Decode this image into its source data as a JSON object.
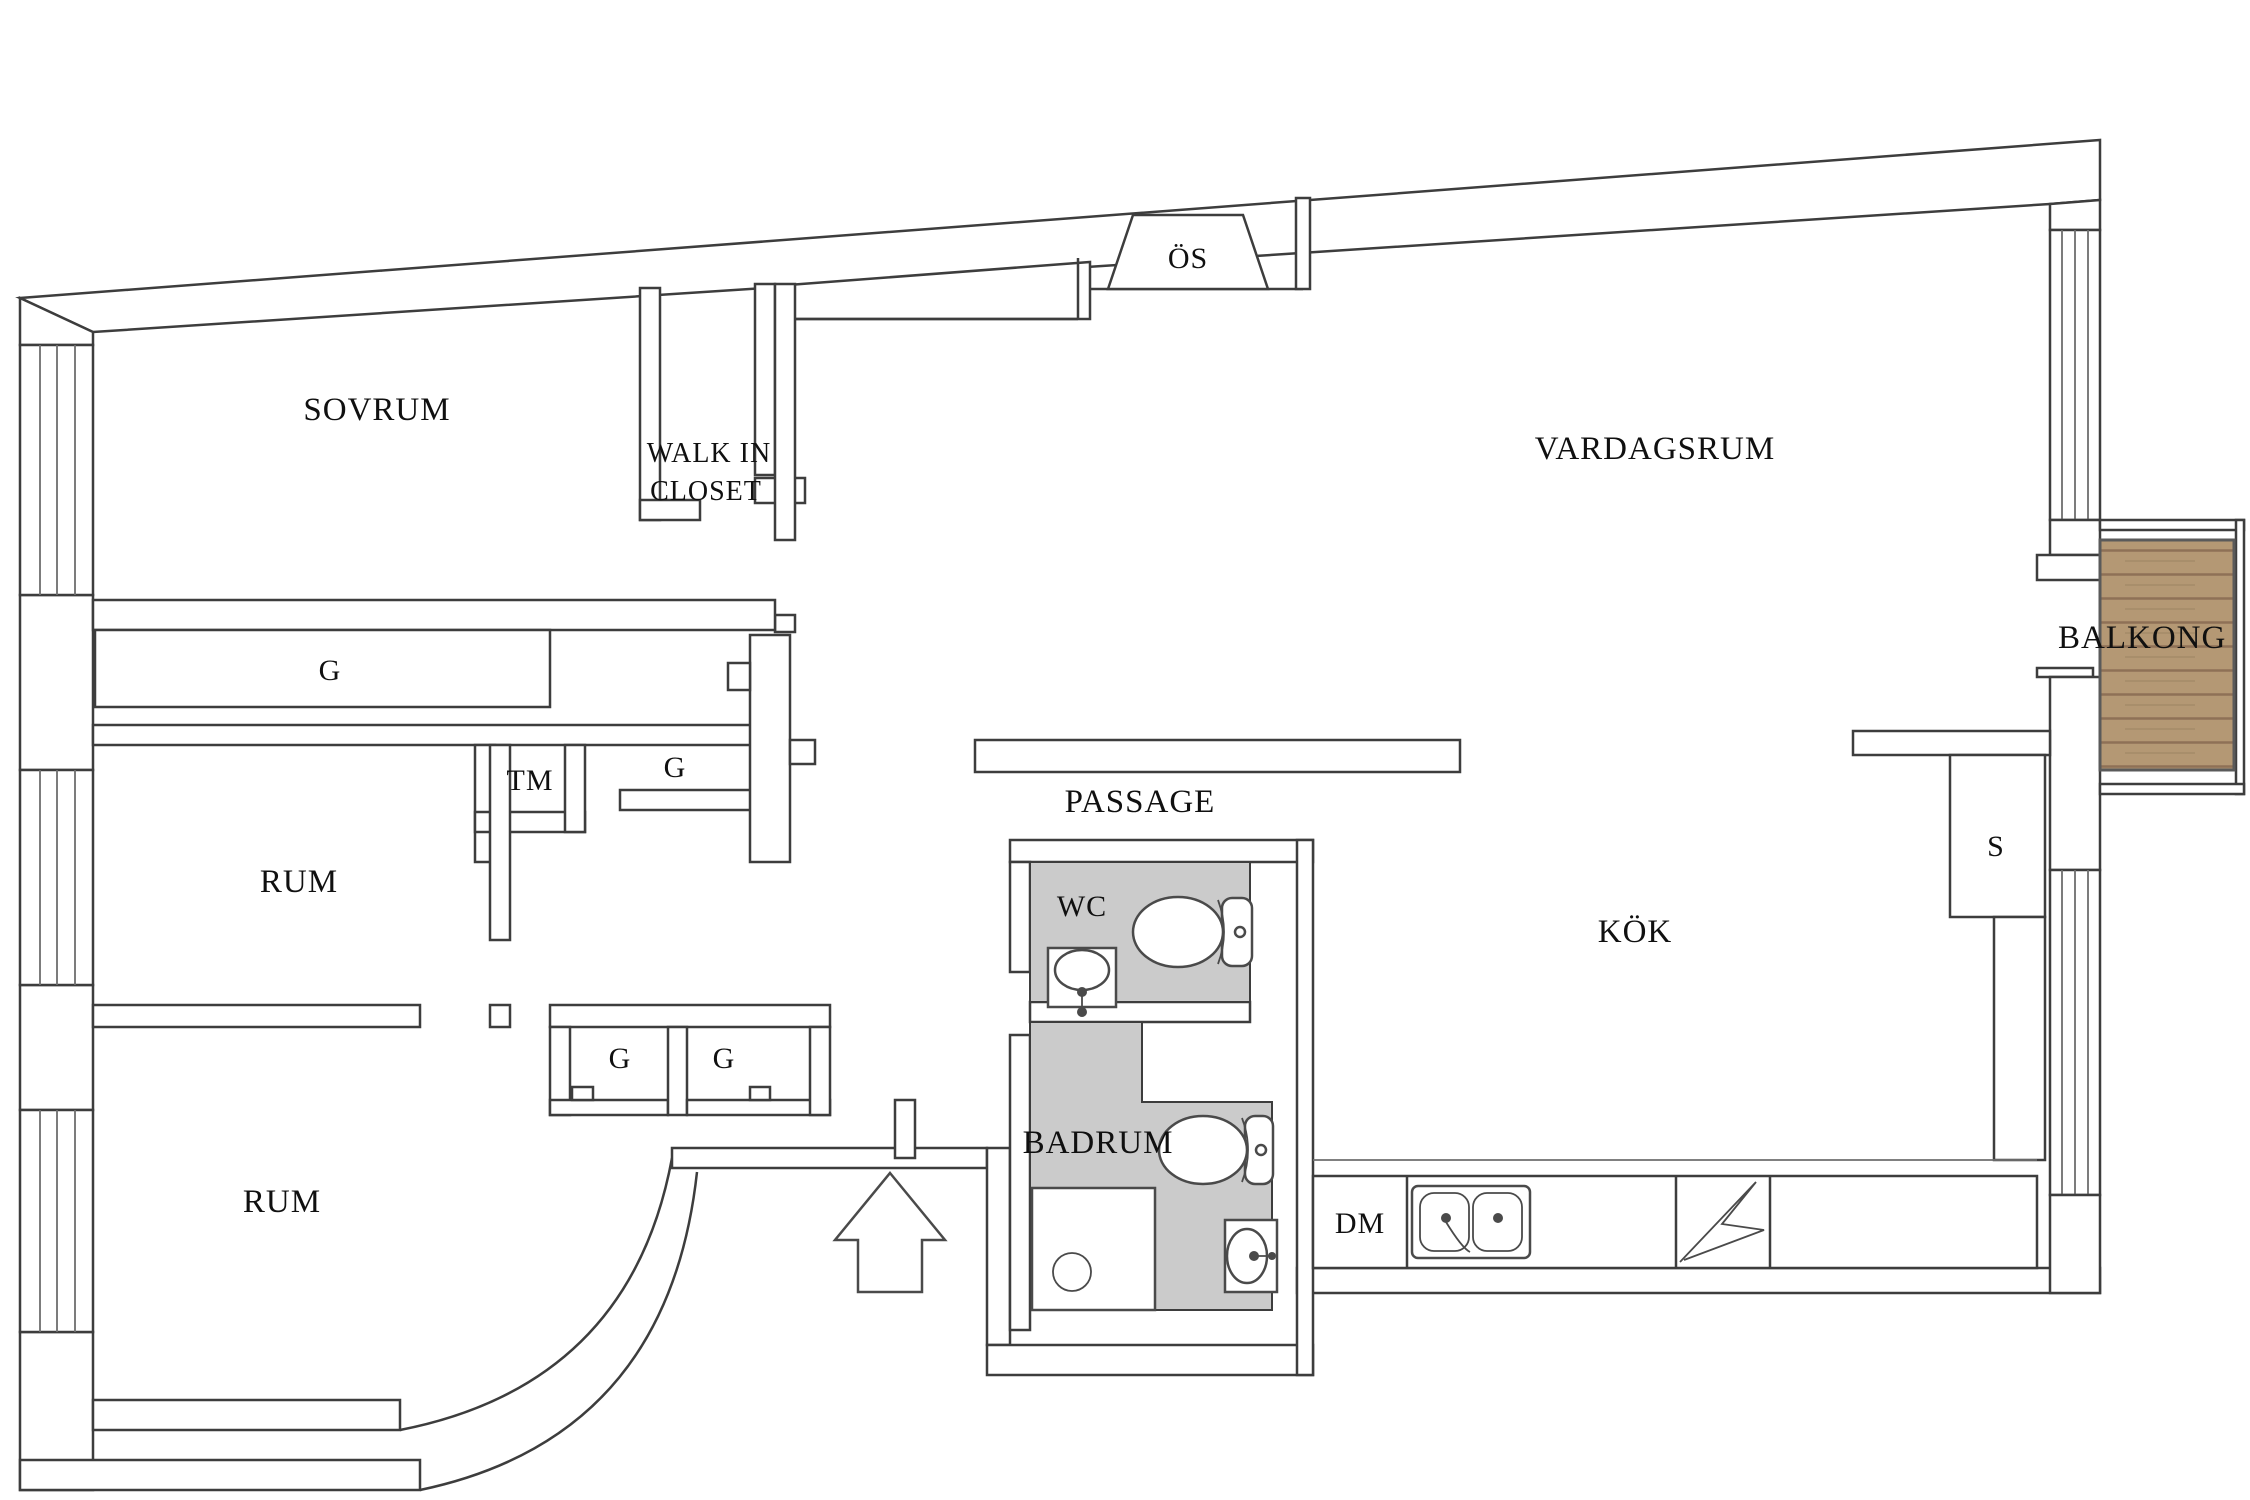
{
  "title": "Apartment floor plan (Swedish)",
  "labels": {
    "sovrum": "SOVRUM",
    "walk_in_closet_line1": "WALK IN",
    "walk_in_closet_line2": "CLOSET",
    "os": "ÖS",
    "vardagsrum": "VARDAGSRUM",
    "balkong": "BALKONG",
    "g1": "G",
    "g2": "G",
    "g3": "G",
    "g4": "G",
    "tm": "TM",
    "rum_upper": "RUM",
    "rum_lower": "RUM",
    "passage": "PASSAGE",
    "wc": "WC",
    "badrum": "BADRUM",
    "s": "S",
    "kok": "KÖK",
    "dm": "DM"
  },
  "colors": {
    "wall_stroke": "#3d3d3d",
    "window_line": "#6e6e6e",
    "fixture_stroke": "#4a4a4a",
    "wet_floor": "#cbcbcb",
    "wood_base": "#b49874",
    "wood_plank_line": "#8e7156",
    "deck_edge": "#5a5a5a"
  }
}
